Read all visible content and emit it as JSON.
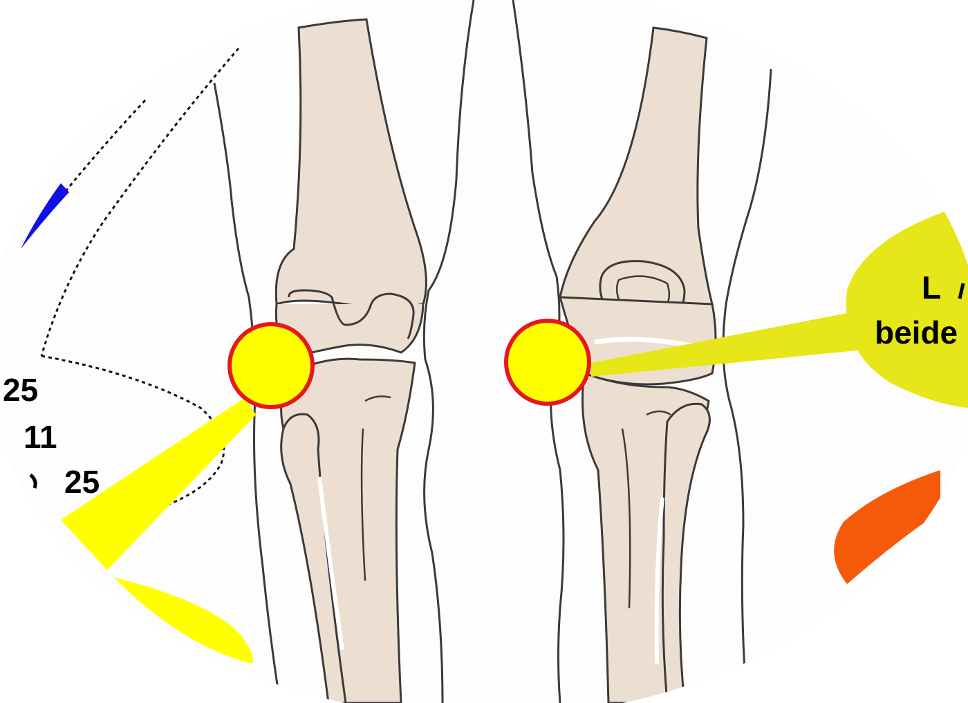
{
  "labels": {
    "left_top": "25",
    "left_middle": "11",
    "left_bottom": "25",
    "right_line1": "L",
    "right_line2": "beide"
  },
  "colors": {
    "background_oval": "#fdfdfd",
    "bone_fill": "#ecdfd2",
    "outline": "#3a3a3a",
    "marker_fill": "#ffff00",
    "marker_stroke": "#e8161a",
    "callout_yellow_left": "#ffff00",
    "callout_yellow_right": "#e6e619",
    "blue_tip": "#1010e6",
    "orange_tip": "#f55a0a"
  },
  "icons": {
    "left_marker": "circle-marker",
    "right_marker": "circle-marker"
  }
}
